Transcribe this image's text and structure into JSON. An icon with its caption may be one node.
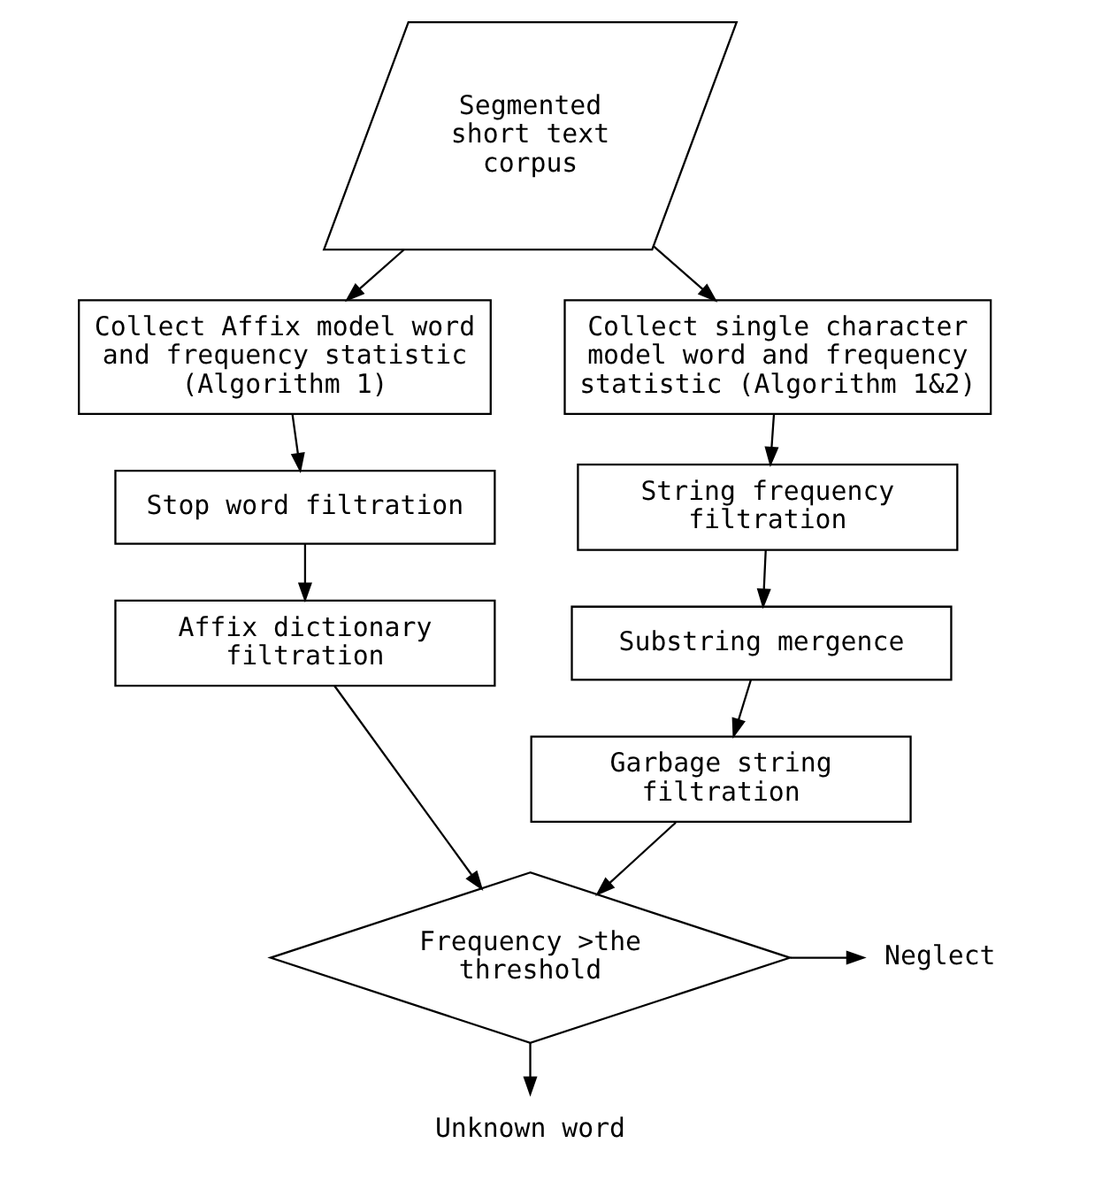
{
  "diagram": {
    "nodes": [
      {
        "text": [
          "Segmented short text corpus"
        ]
      },
      {
        "text": [
          "Collect Affix model word and frequency statistic (Algorithm 1)"
        ]
      },
      {
        "text": [
          "Collect single character model word and frequency statistic (Algorithm 1&2)"
        ]
      },
      {
        "text": [
          "Stop word filtration"
        ]
      },
      {
        "text": [
          "String frequency filtration"
        ]
      },
      {
        "text": [
          "Affix dictionary filtration"
        ]
      },
      {
        "text": [
          "Substring mergence"
        ]
      },
      {
        "text": [
          "Garbage string filtration"
        ]
      },
      {
        "text": [
          "Frequency >the threshold"
        ]
      },
      {
        "text": [
          "Neglect"
        ]
      },
      {
        "text": [
          "Unknown word"
        ]
      }
    ],
    "edges": [
      {
        "from": 0,
        "to": 1,
        "arrow": "to"
      },
      {
        "from": 0,
        "to": 2,
        "arrow": "to"
      },
      {
        "from": 1,
        "to": 3,
        "arrow": "to"
      },
      {
        "from": 2,
        "to": 4,
        "arrow": "to"
      },
      {
        "from": 3,
        "to": 5,
        "arrow": "to"
      },
      {
        "from": 4,
        "to": 6,
        "arrow": "to"
      },
      {
        "from": 6,
        "to": 7,
        "arrow": "to"
      },
      {
        "from": 5,
        "to": 8,
        "arrow": "to"
      },
      {
        "from": 7,
        "to": 8,
        "arrow": "to"
      },
      {
        "from": 8,
        "to": 9,
        "arrow": "to"
      },
      {
        "from": 8,
        "to": 10,
        "arrow": "to"
      }
    ]
  }
}
